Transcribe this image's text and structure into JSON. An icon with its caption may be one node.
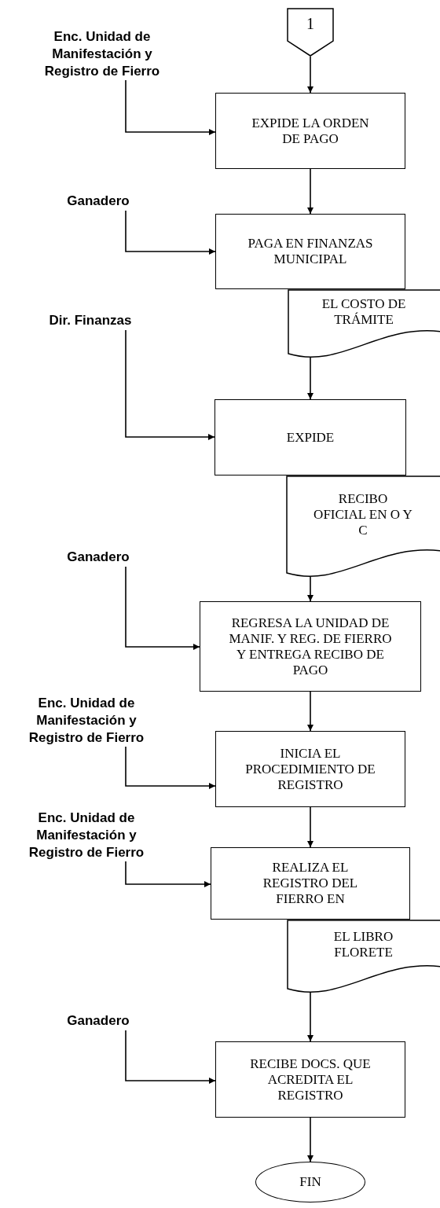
{
  "diagram": {
    "nodes": [
      {
        "text": [
          "1"
        ]
      },
      {
        "text": [
          "Enc. Unidad de Manifestación y Registro de Fierro"
        ]
      },
      {
        "text": [
          "EXPIDE LA ORDEN DE PAGO"
        ]
      },
      {
        "text": [
          "Ganadero"
        ]
      },
      {
        "text": [
          "PAGA EN FINANZAS MUNICIPAL"
        ]
      },
      {
        "text": [
          "EL COSTO DE TRÁMITE"
        ]
      },
      {
        "text": [
          "Dir. Finanzas"
        ]
      },
      {
        "text": [
          "EXPIDE"
        ]
      },
      {
        "text": [
          "RECIBO OFICIAL EN O Y C"
        ]
      },
      {
        "text": [
          "Ganadero"
        ]
      },
      {
        "text": [
          "REGRESA LA UNIDAD DE MANIF. Y REG. DE FIERRO Y ENTREGA RECIBO DE PAGO"
        ]
      },
      {
        "text": [
          "Enc. Unidad de Manifestación y Registro de Fierro"
        ]
      },
      {
        "text": [
          "INICIA EL PROCEDIMIENTO DE REGISTRO"
        ]
      },
      {
        "text": [
          "Enc. Unidad de Manifestación y Registro de Fierro"
        ]
      },
      {
        "text": [
          "REALIZA EL REGISTRO DEL FIERRO EN"
        ]
      },
      {
        "text": [
          "EL LIBRO FLORETE"
        ]
      },
      {
        "text": [
          "Ganadero"
        ]
      },
      {
        "text": [
          "RECIBE DOCS. QUE ACREDITA EL REGISTRO"
        ]
      },
      {
        "text": [
          "FIN"
        ]
      }
    ],
    "edges": [
      {
        "from": 0,
        "to": 2,
        "arrow": "to"
      },
      {
        "from": 1,
        "to": 2,
        "arrow": "to"
      },
      {
        "from": 2,
        "to": 4,
        "arrow": "to"
      },
      {
        "from": 3,
        "to": 4,
        "arrow": "to"
      },
      {
        "from": 5,
        "to": 7,
        "arrow": "to"
      },
      {
        "from": 6,
        "to": 7,
        "arrow": "to"
      },
      {
        "from": 8,
        "to": 10,
        "arrow": "to"
      },
      {
        "from": 9,
        "to": 10,
        "arrow": "to"
      },
      {
        "from": 10,
        "to": 12,
        "arrow": "to"
      },
      {
        "from": 11,
        "to": 12,
        "arrow": "to"
      },
      {
        "from": 12,
        "to": 14,
        "arrow": "to"
      },
      {
        "from": 13,
        "to": 14,
        "arrow": "to"
      },
      {
        "from": 15,
        "to": 17,
        "arrow": "to"
      },
      {
        "from": 16,
        "to": 17,
        "arrow": "to"
      },
      {
        "from": 17,
        "to": 18,
        "arrow": "to"
      }
    ]
  }
}
